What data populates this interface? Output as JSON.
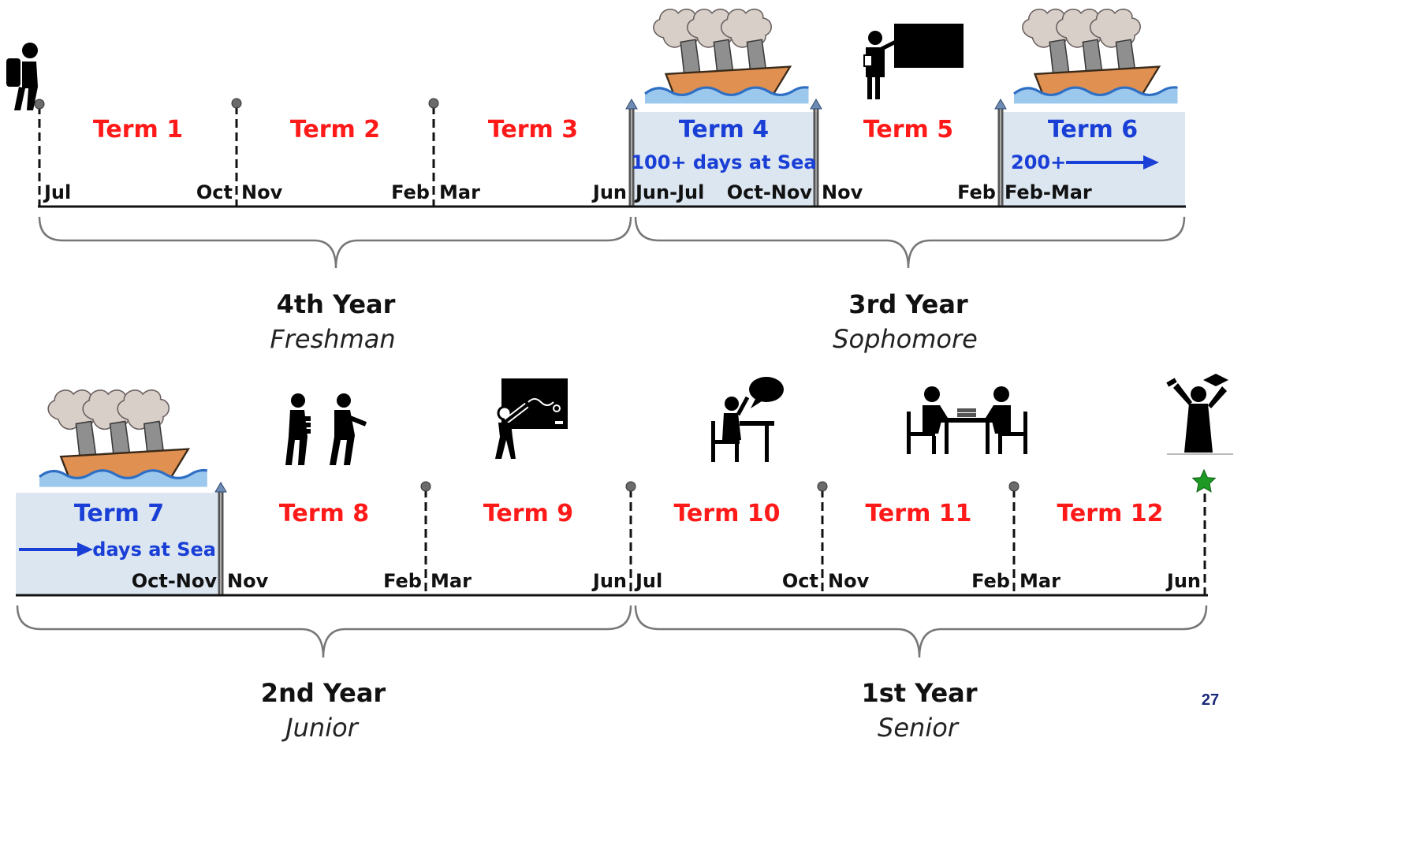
{
  "colors": {
    "term": "#ff1a1a",
    "sea_term": "#1a3fd6",
    "sea_bg": "#dbe6f1",
    "axis": "#111111",
    "marker_dot": "#6b6b6b",
    "marker_arrow": "#6d8bb3",
    "graduation_star": "#1e9a24",
    "ship_hull": "#e09050",
    "ship_stack": "#8f8f8f",
    "ship_smoke": "#d9cfc9",
    "water": "#9cc8ee",
    "page_number": "#1a2a7a"
  },
  "icons": {
    "start": "hiker-with-backpack-icon",
    "term4": "steamship-icon",
    "term5": "teacher-at-board-icon",
    "term6": "steamship-icon",
    "term7": "steamship-icon",
    "term8": "people-carrying-books-icon",
    "term9": "teacher-writing-on-board-icon",
    "term10": "student-asking-question-icon",
    "term11": "students-studying-at-table-icon",
    "end": "graduate-icon",
    "finish_marker": "star-icon"
  },
  "rows": [
    {
      "terms": [
        {
          "label": "Term 1",
          "sea": false,
          "note": ""
        },
        {
          "label": "Term 2",
          "sea": false,
          "note": ""
        },
        {
          "label": "Term 3",
          "sea": false,
          "note": ""
        },
        {
          "label": "Term 4",
          "sea": true,
          "note": "100+ days at Sea"
        },
        {
          "label": "Term 5",
          "sea": false,
          "note": ""
        },
        {
          "label": "Term 6",
          "sea": true,
          "note": "200+"
        }
      ],
      "months": [
        "Jul",
        "Oct",
        "Nov",
        "Feb",
        "Mar",
        "Jun",
        "Jun-Jul",
        "Oct-Nov",
        "Nov",
        "Feb",
        "Feb-Mar"
      ],
      "years": [
        {
          "year": "4th Year",
          "class": "Freshman"
        },
        {
          "year": "3rd Year",
          "class": "Sophomore"
        }
      ]
    },
    {
      "terms": [
        {
          "label": "Term 7",
          "sea": true,
          "note": "days at Sea"
        },
        {
          "label": "Term 8",
          "sea": false,
          "note": ""
        },
        {
          "label": "Term 9",
          "sea": false,
          "note": ""
        },
        {
          "label": "Term 10",
          "sea": false,
          "note": ""
        },
        {
          "label": "Term 11",
          "sea": false,
          "note": ""
        },
        {
          "label": "Term 12",
          "sea": false,
          "note": ""
        }
      ],
      "months": [
        "Oct-Nov",
        "Nov",
        "Feb",
        "Mar",
        "Jun",
        "Jul",
        "Oct",
        "Nov",
        "Feb",
        "Mar",
        "Jun"
      ],
      "years": [
        {
          "year": "2nd Year",
          "class": "Junior"
        },
        {
          "year": "1st Year",
          "class": "Senior"
        }
      ]
    }
  ],
  "page_number": "27"
}
